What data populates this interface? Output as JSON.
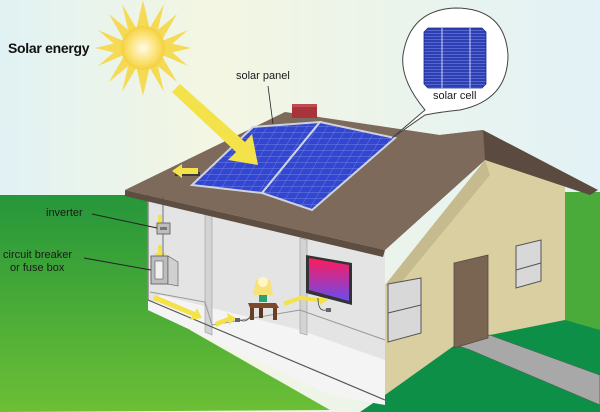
{
  "diagram": {
    "title": "Solar energy",
    "labels": {
      "solar_panel": "solar panel",
      "solar_cell": "solar cell",
      "inverter": "inverter",
      "circuit_breaker_line1": "circuit breaker",
      "circuit_breaker_line2": "or fuse box"
    },
    "elements": [
      "sun",
      "sunlight-ray",
      "solar-panel",
      "solar-cell-callout",
      "chimney",
      "roof",
      "inverter",
      "circuit-breaker-box",
      "lamp",
      "side-table",
      "television",
      "energy-flow-arrows",
      "door",
      "windows",
      "walkway",
      "lawn"
    ],
    "colors": {
      "sky": "#e3f3f5",
      "sun": "#f7d84a",
      "roof": "#7d6a5a",
      "wall": "#d8cfa2",
      "panel": "#2d3fc8",
      "grass": "#2a9a3c",
      "lawn_front": "#0e8f47",
      "arrow": "#f3e24a"
    }
  }
}
